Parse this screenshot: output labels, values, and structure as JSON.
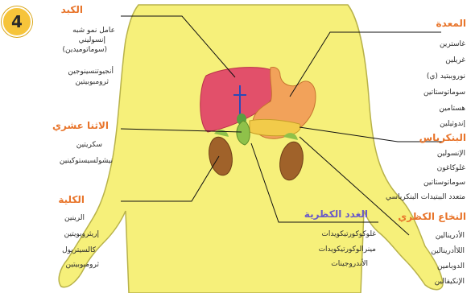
{
  "badge": "4",
  "liver": {
    "title": "الكبد",
    "items": [
      "عامل نمو شبه",
      "إنسوليني",
      "(سوماتوميدين)",
      "أنجيوتنسينوجين",
      "ثرومبوبيتين"
    ]
  },
  "stomach": {
    "title": "المعدة",
    "items": [
      "غاسترين",
      "غريلين",
      "نوروببتيد (ي)",
      "سوماتوستاتين",
      "هستامين",
      "إندوثيلين"
    ]
  },
  "duodenum": {
    "title": "الاثنا عشري",
    "items": [
      "سكريتين",
      "نيشولسيستوكينين"
    ]
  },
  "pancreas": {
    "title": "البنكرياس",
    "items": [
      "الإنسولين",
      "غلوكاغون",
      "سوماتوستاتين",
      "متعدد الببتيدات البنكرياسي"
    ]
  },
  "kidney": {
    "title": "الكلية",
    "items": [
      "الرينين",
      "إريثروبويتين",
      "كالسيتريول",
      "ثرومبوبيتين"
    ]
  },
  "adrenal_glands": {
    "title": "الغدد الكظرية",
    "items": [
      "غلوكوكورتيكويدات",
      "مينرالوكورتيكويدات",
      "الأندروجينات"
    ]
  },
  "adrenal_medulla": {
    "title": "النخاع الكظري",
    "items": [
      "الأدرينالين",
      "اللاأدرينالين",
      "الدوبامين",
      "الإنكيفالين"
    ]
  },
  "colors": {
    "body": "#f6f07a",
    "body_outline": "#b8b24a",
    "liver": "#e2506a",
    "stomach": "#f2a25a",
    "kidney": "#a0622a",
    "title": "#e8742a",
    "adrenal_title": "#6a5ac8",
    "badge": "#f6c43a"
  }
}
